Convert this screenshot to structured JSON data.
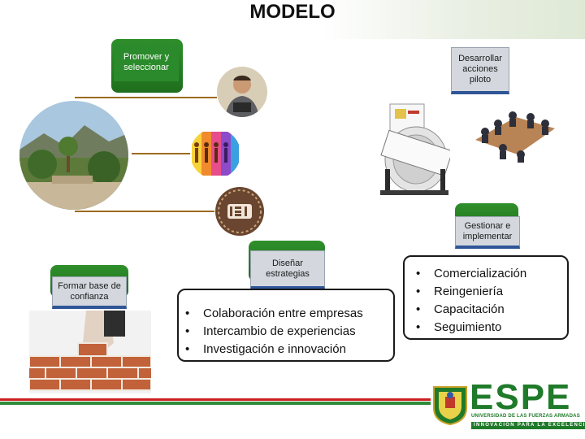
{
  "slide": {
    "title": "MODELO",
    "boxes": {
      "promover": "Promover y seleccionar",
      "desarrollar": "Desarrollar acciones piloto",
      "gestionar": "Gestionar e implementar",
      "disenar": "Diseñar estrategias",
      "formar": "Formar base de confianza"
    },
    "center_bullets": [
      "Colaboración entre empresas",
      "Intercambio de experiencias",
      "Investigación e innovación"
    ],
    "right_bullets": [
      "Comercialización",
      "Reingeniería",
      "Capacitación",
      "Seguimiento"
    ],
    "bullet_symbol": "•",
    "images": {
      "plaza": "town-plaza-photo",
      "man": "man-portrait-photo",
      "artisans": "colorful-artisans-logo",
      "lsi": "lsi-emblem",
      "rolodex": "directorio-rolodex",
      "meeting": "meeting-room-photo",
      "bricks": "brick-wall-hand-photo"
    },
    "logo": {
      "wordmark": "ESPE",
      "subtitle": "UNIVERSIDAD DE LAS FUERZAS ARMADAS",
      "tagline": "INNOVACIÓN PARA LA EXCELENCIA"
    },
    "colors": {
      "green": "#2e8b3a",
      "red": "#cc1f1f",
      "card": "#d4d8de",
      "brown": "#9c6b1f"
    }
  }
}
